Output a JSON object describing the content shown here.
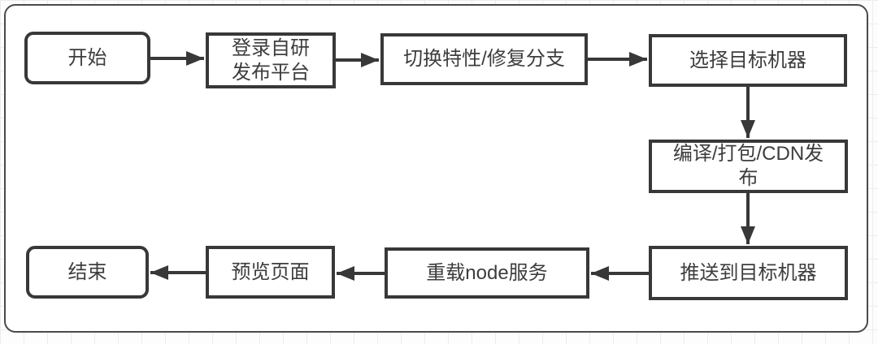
{
  "diagram": {
    "type": "flowchart",
    "title": "",
    "colors": {
      "node_border": "#383838",
      "node_fill": "#ffffff",
      "text": "#3d3d3d",
      "arrow": "#383838",
      "frame_border": "#4a4a4a",
      "grid_line": "#ececec"
    },
    "nodes": [
      {
        "id": "start",
        "label": "开始",
        "shape": "rounded"
      },
      {
        "id": "login-platform",
        "label": "登录自研\n发布平台",
        "shape": "rect"
      },
      {
        "id": "switch-branch",
        "label": "切换特性/修复分支",
        "shape": "rect"
      },
      {
        "id": "select-target-machine",
        "label": "选择目标机器",
        "shape": "rect"
      },
      {
        "id": "build-package-cdn",
        "label": "编译/打包/CDN发\n布",
        "shape": "rect"
      },
      {
        "id": "push-to-machine",
        "label": "推送到目标机器",
        "shape": "rect"
      },
      {
        "id": "reload-node-service",
        "label": "重载node服务",
        "shape": "rect"
      },
      {
        "id": "preview-page",
        "label": "预览页面",
        "shape": "rect"
      },
      {
        "id": "end",
        "label": "结束",
        "shape": "rounded"
      }
    ],
    "edges": [
      {
        "from": "start",
        "to": "login-platform",
        "direction": "right"
      },
      {
        "from": "login-platform",
        "to": "switch-branch",
        "direction": "right"
      },
      {
        "from": "switch-branch",
        "to": "select-target-machine",
        "direction": "right"
      },
      {
        "from": "select-target-machine",
        "to": "build-package-cdn",
        "direction": "down"
      },
      {
        "from": "build-package-cdn",
        "to": "push-to-machine",
        "direction": "down"
      },
      {
        "from": "push-to-machine",
        "to": "reload-node-service",
        "direction": "left"
      },
      {
        "from": "reload-node-service",
        "to": "preview-page",
        "direction": "left"
      },
      {
        "from": "preview-page",
        "to": "end",
        "direction": "left"
      }
    ]
  }
}
